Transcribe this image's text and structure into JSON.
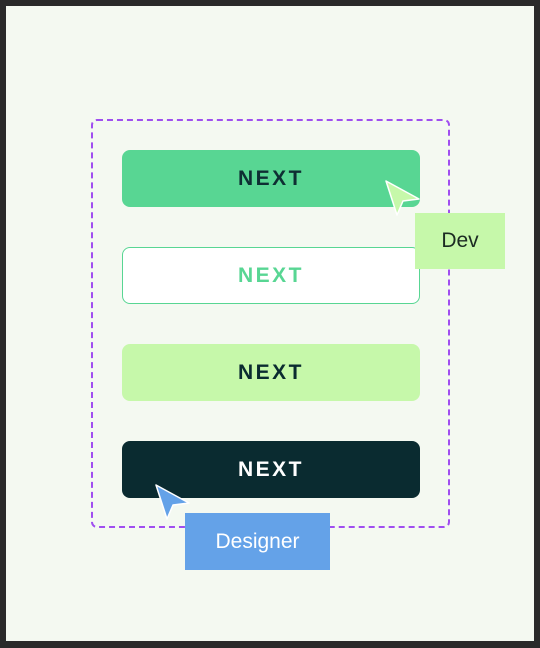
{
  "buttons": [
    {
      "label": "NEXT",
      "variant": "primary",
      "bg": "#58d693",
      "fg": "#0e2f33"
    },
    {
      "label": "NEXT",
      "variant": "outline",
      "bg": "#ffffff",
      "fg": "#58d693"
    },
    {
      "label": "NEXT",
      "variant": "light",
      "bg": "#c6f8aa",
      "fg": "#0a2b30"
    },
    {
      "label": "NEXT",
      "variant": "dark",
      "bg": "#0a2b30",
      "fg": "#ffffff"
    }
  ],
  "cursors": {
    "dev": {
      "label": "Dev",
      "color": "#c6f8aa",
      "icon": "pointer-cursor-icon"
    },
    "designer": {
      "label": "Designer",
      "color": "#64a2e8",
      "icon": "pointer-cursor-icon"
    }
  },
  "colors": {
    "canvas": "#f4f9f1",
    "frame_border": "#2a2a2a",
    "selection": "#a04ef0"
  }
}
